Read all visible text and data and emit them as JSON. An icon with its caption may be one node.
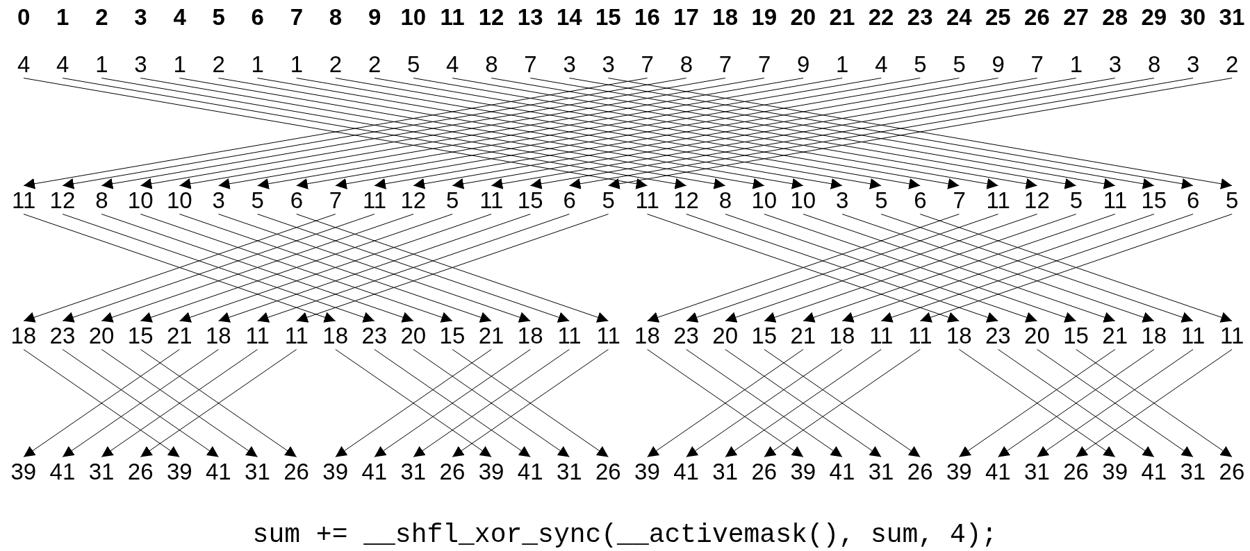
{
  "diagram": {
    "caption": "sum += __shfl_xor_sync(__activemask(), sum, 4);",
    "labels": [
      "0",
      "1",
      "2",
      "3",
      "4",
      "5",
      "6",
      "7",
      "8",
      "9",
      "10",
      "11",
      "12",
      "13",
      "14",
      "15",
      "16",
      "17",
      "18",
      "19",
      "20",
      "21",
      "22",
      "23",
      "24",
      "25",
      "26",
      "27",
      "28",
      "29",
      "30",
      "31"
    ],
    "nodes": [
      {
        "text": [
          "4"
        ]
      },
      {
        "text": [
          "4"
        ]
      },
      {
        "text": [
          "1"
        ]
      },
      {
        "text": [
          "3"
        ]
      },
      {
        "text": [
          "1"
        ]
      },
      {
        "text": [
          "2"
        ]
      },
      {
        "text": [
          "1"
        ]
      },
      {
        "text": [
          "1"
        ]
      },
      {
        "text": [
          "2"
        ]
      },
      {
        "text": [
          "2"
        ]
      },
      {
        "text": [
          "5"
        ]
      },
      {
        "text": [
          "4"
        ]
      },
      {
        "text": [
          "8"
        ]
      },
      {
        "text": [
          "7"
        ]
      },
      {
        "text": [
          "3"
        ]
      },
      {
        "text": [
          "3"
        ]
      },
      {
        "text": [
          "7"
        ]
      },
      {
        "text": [
          "8"
        ]
      },
      {
        "text": [
          "7"
        ]
      },
      {
        "text": [
          "7"
        ]
      },
      {
        "text": [
          "9"
        ]
      },
      {
        "text": [
          "1"
        ]
      },
      {
        "text": [
          "4"
        ]
      },
      {
        "text": [
          "5"
        ]
      },
      {
        "text": [
          "5"
        ]
      },
      {
        "text": [
          "9"
        ]
      },
      {
        "text": [
          "7"
        ]
      },
      {
        "text": [
          "1"
        ]
      },
      {
        "text": [
          "3"
        ]
      },
      {
        "text": [
          "8"
        ]
      },
      {
        "text": [
          "3"
        ]
      },
      {
        "text": [
          "2"
        ]
      },
      {
        "text": [
          "11"
        ]
      },
      {
        "text": [
          "12"
        ]
      },
      {
        "text": [
          "8"
        ]
      },
      {
        "text": [
          "10"
        ]
      },
      {
        "text": [
          "10"
        ]
      },
      {
        "text": [
          "3"
        ]
      },
      {
        "text": [
          "5"
        ]
      },
      {
        "text": [
          "6"
        ]
      },
      {
        "text": [
          "7"
        ]
      },
      {
        "text": [
          "11"
        ]
      },
      {
        "text": [
          "12"
        ]
      },
      {
        "text": [
          "5"
        ]
      },
      {
        "text": [
          "11"
        ]
      },
      {
        "text": [
          "15"
        ]
      },
      {
        "text": [
          "6"
        ]
      },
      {
        "text": [
          "5"
        ]
      },
      {
        "text": [
          "11"
        ]
      },
      {
        "text": [
          "12"
        ]
      },
      {
        "text": [
          "8"
        ]
      },
      {
        "text": [
          "10"
        ]
      },
      {
        "text": [
          "10"
        ]
      },
      {
        "text": [
          "3"
        ]
      },
      {
        "text": [
          "5"
        ]
      },
      {
        "text": [
          "6"
        ]
      },
      {
        "text": [
          "7"
        ]
      },
      {
        "text": [
          "11"
        ]
      },
      {
        "text": [
          "12"
        ]
      },
      {
        "text": [
          "5"
        ]
      },
      {
        "text": [
          "11"
        ]
      },
      {
        "text": [
          "15"
        ]
      },
      {
        "text": [
          "6"
        ]
      },
      {
        "text": [
          "5"
        ]
      },
      {
        "text": [
          "18"
        ]
      },
      {
        "text": [
          "23"
        ]
      },
      {
        "text": [
          "20"
        ]
      },
      {
        "text": [
          "15"
        ]
      },
      {
        "text": [
          "21"
        ]
      },
      {
        "text": [
          "18"
        ]
      },
      {
        "text": [
          "11"
        ]
      },
      {
        "text": [
          "11"
        ]
      },
      {
        "text": [
          "18"
        ]
      },
      {
        "text": [
          "23"
        ]
      },
      {
        "text": [
          "20"
        ]
      },
      {
        "text": [
          "15"
        ]
      },
      {
        "text": [
          "21"
        ]
      },
      {
        "text": [
          "18"
        ]
      },
      {
        "text": [
          "11"
        ]
      },
      {
        "text": [
          "11"
        ]
      },
      {
        "text": [
          "18"
        ]
      },
      {
        "text": [
          "23"
        ]
      },
      {
        "text": [
          "20"
        ]
      },
      {
        "text": [
          "15"
        ]
      },
      {
        "text": [
          "21"
        ]
      },
      {
        "text": [
          "18"
        ]
      },
      {
        "text": [
          "11"
        ]
      },
      {
        "text": [
          "11"
        ]
      },
      {
        "text": [
          "18"
        ]
      },
      {
        "text": [
          "23"
        ]
      },
      {
        "text": [
          "20"
        ]
      },
      {
        "text": [
          "15"
        ]
      },
      {
        "text": [
          "21"
        ]
      },
      {
        "text": [
          "18"
        ]
      },
      {
        "text": [
          "11"
        ]
      },
      {
        "text": [
          "11"
        ]
      },
      {
        "text": [
          "39"
        ]
      },
      {
        "text": [
          "41"
        ]
      },
      {
        "text": [
          "31"
        ]
      },
      {
        "text": [
          "26"
        ]
      },
      {
        "text": [
          "39"
        ]
      },
      {
        "text": [
          "41"
        ]
      },
      {
        "text": [
          "31"
        ]
      },
      {
        "text": [
          "26"
        ]
      },
      {
        "text": [
          "39"
        ]
      },
      {
        "text": [
          "41"
        ]
      },
      {
        "text": [
          "31"
        ]
      },
      {
        "text": [
          "26"
        ]
      },
      {
        "text": [
          "39"
        ]
      },
      {
        "text": [
          "41"
        ]
      },
      {
        "text": [
          "31"
        ]
      },
      {
        "text": [
          "26"
        ]
      },
      {
        "text": [
          "39"
        ]
      },
      {
        "text": [
          "41"
        ]
      },
      {
        "text": [
          "31"
        ]
      },
      {
        "text": [
          "26"
        ]
      },
      {
        "text": [
          "39"
        ]
      },
      {
        "text": [
          "41"
        ]
      },
      {
        "text": [
          "31"
        ]
      },
      {
        "text": [
          "26"
        ]
      },
      {
        "text": [
          "39"
        ]
      },
      {
        "text": [
          "41"
        ]
      },
      {
        "text": [
          "31"
        ]
      },
      {
        "text": [
          "26"
        ]
      },
      {
        "text": [
          "39"
        ]
      },
      {
        "text": [
          "41"
        ]
      },
      {
        "text": [
          "31"
        ]
      },
      {
        "text": [
          "26"
        ]
      }
    ],
    "edges": [
      {
        "from": 0,
        "to": 48,
        "arrow": "to"
      },
      {
        "from": 1,
        "to": 49,
        "arrow": "to"
      },
      {
        "from": 2,
        "to": 50,
        "arrow": "to"
      },
      {
        "from": 3,
        "to": 51,
        "arrow": "to"
      },
      {
        "from": 4,
        "to": 52,
        "arrow": "to"
      },
      {
        "from": 5,
        "to": 53,
        "arrow": "to"
      },
      {
        "from": 6,
        "to": 54,
        "arrow": "to"
      },
      {
        "from": 7,
        "to": 55,
        "arrow": "to"
      },
      {
        "from": 8,
        "to": 56,
        "arrow": "to"
      },
      {
        "from": 9,
        "to": 57,
        "arrow": "to"
      },
      {
        "from": 10,
        "to": 58,
        "arrow": "to"
      },
      {
        "from": 11,
        "to": 59,
        "arrow": "to"
      },
      {
        "from": 12,
        "to": 60,
        "arrow": "to"
      },
      {
        "from": 13,
        "to": 61,
        "arrow": "to"
      },
      {
        "from": 14,
        "to": 62,
        "arrow": "to"
      },
      {
        "from": 15,
        "to": 63,
        "arrow": "to"
      },
      {
        "from": 16,
        "to": 32,
        "arrow": "to"
      },
      {
        "from": 17,
        "to": 33,
        "arrow": "to"
      },
      {
        "from": 18,
        "to": 34,
        "arrow": "to"
      },
      {
        "from": 19,
        "to": 35,
        "arrow": "to"
      },
      {
        "from": 20,
        "to": 36,
        "arrow": "to"
      },
      {
        "from": 21,
        "to": 37,
        "arrow": "to"
      },
      {
        "from": 22,
        "to": 38,
        "arrow": "to"
      },
      {
        "from": 23,
        "to": 39,
        "arrow": "to"
      },
      {
        "from": 24,
        "to": 40,
        "arrow": "to"
      },
      {
        "from": 25,
        "to": 41,
        "arrow": "to"
      },
      {
        "from": 26,
        "to": 42,
        "arrow": "to"
      },
      {
        "from": 27,
        "to": 43,
        "arrow": "to"
      },
      {
        "from": 28,
        "to": 44,
        "arrow": "to"
      },
      {
        "from": 29,
        "to": 45,
        "arrow": "to"
      },
      {
        "from": 30,
        "to": 46,
        "arrow": "to"
      },
      {
        "from": 31,
        "to": 47,
        "arrow": "to"
      },
      {
        "from": 32,
        "to": 72,
        "arrow": "to"
      },
      {
        "from": 33,
        "to": 73,
        "arrow": "to"
      },
      {
        "from": 34,
        "to": 74,
        "arrow": "to"
      },
      {
        "from": 35,
        "to": 75,
        "arrow": "to"
      },
      {
        "from": 36,
        "to": 76,
        "arrow": "to"
      },
      {
        "from": 37,
        "to": 77,
        "arrow": "to"
      },
      {
        "from": 38,
        "to": 78,
        "arrow": "to"
      },
      {
        "from": 39,
        "to": 79,
        "arrow": "to"
      },
      {
        "from": 40,
        "to": 64,
        "arrow": "to"
      },
      {
        "from": 41,
        "to": 65,
        "arrow": "to"
      },
      {
        "from": 42,
        "to": 66,
        "arrow": "to"
      },
      {
        "from": 43,
        "to": 67,
        "arrow": "to"
      },
      {
        "from": 44,
        "to": 68,
        "arrow": "to"
      },
      {
        "from": 45,
        "to": 69,
        "arrow": "to"
      },
      {
        "from": 46,
        "to": 70,
        "arrow": "to"
      },
      {
        "from": 47,
        "to": 71,
        "arrow": "to"
      },
      {
        "from": 48,
        "to": 88,
        "arrow": "to"
      },
      {
        "from": 49,
        "to": 89,
        "arrow": "to"
      },
      {
        "from": 50,
        "to": 90,
        "arrow": "to"
      },
      {
        "from": 51,
        "to": 91,
        "arrow": "to"
      },
      {
        "from": 52,
        "to": 92,
        "arrow": "to"
      },
      {
        "from": 53,
        "to": 93,
        "arrow": "to"
      },
      {
        "from": 54,
        "to": 94,
        "arrow": "to"
      },
      {
        "from": 55,
        "to": 95,
        "arrow": "to"
      },
      {
        "from": 56,
        "to": 80,
        "arrow": "to"
      },
      {
        "from": 57,
        "to": 81,
        "arrow": "to"
      },
      {
        "from": 58,
        "to": 82,
        "arrow": "to"
      },
      {
        "from": 59,
        "to": 83,
        "arrow": "to"
      },
      {
        "from": 60,
        "to": 84,
        "arrow": "to"
      },
      {
        "from": 61,
        "to": 85,
        "arrow": "to"
      },
      {
        "from": 62,
        "to": 86,
        "arrow": "to"
      },
      {
        "from": 63,
        "to": 87,
        "arrow": "to"
      },
      {
        "from": 64,
        "to": 100,
        "arrow": "to"
      },
      {
        "from": 65,
        "to": 101,
        "arrow": "to"
      },
      {
        "from": 66,
        "to": 102,
        "arrow": "to"
      },
      {
        "from": 67,
        "to": 103,
        "arrow": "to"
      },
      {
        "from": 68,
        "to": 96,
        "arrow": "to"
      },
      {
        "from": 69,
        "to": 97,
        "arrow": "to"
      },
      {
        "from": 70,
        "to": 98,
        "arrow": "to"
      },
      {
        "from": 71,
        "to": 99,
        "arrow": "to"
      },
      {
        "from": 72,
        "to": 108,
        "arrow": "to"
      },
      {
        "from": 73,
        "to": 109,
        "arrow": "to"
      },
      {
        "from": 74,
        "to": 110,
        "arrow": "to"
      },
      {
        "from": 75,
        "to": 111,
        "arrow": "to"
      },
      {
        "from": 76,
        "to": 104,
        "arrow": "to"
      },
      {
        "from": 77,
        "to": 105,
        "arrow": "to"
      },
      {
        "from": 78,
        "to": 106,
        "arrow": "to"
      },
      {
        "from": 79,
        "to": 107,
        "arrow": "to"
      },
      {
        "from": 80,
        "to": 116,
        "arrow": "to"
      },
      {
        "from": 81,
        "to": 117,
        "arrow": "to"
      },
      {
        "from": 82,
        "to": 118,
        "arrow": "to"
      },
      {
        "from": 83,
        "to": 119,
        "arrow": "to"
      },
      {
        "from": 84,
        "to": 112,
        "arrow": "to"
      },
      {
        "from": 85,
        "to": 113,
        "arrow": "to"
      },
      {
        "from": 86,
        "to": 114,
        "arrow": "to"
      },
      {
        "from": 87,
        "to": 115,
        "arrow": "to"
      },
      {
        "from": 88,
        "to": 124,
        "arrow": "to"
      },
      {
        "from": 89,
        "to": 125,
        "arrow": "to"
      },
      {
        "from": 90,
        "to": 126,
        "arrow": "to"
      },
      {
        "from": 91,
        "to": 127,
        "arrow": "to"
      },
      {
        "from": 92,
        "to": 120,
        "arrow": "to"
      },
      {
        "from": 93,
        "to": 121,
        "arrow": "to"
      },
      {
        "from": 94,
        "to": 122,
        "arrow": "to"
      },
      {
        "from": 95,
        "to": 123,
        "arrow": "to"
      }
    ]
  }
}
